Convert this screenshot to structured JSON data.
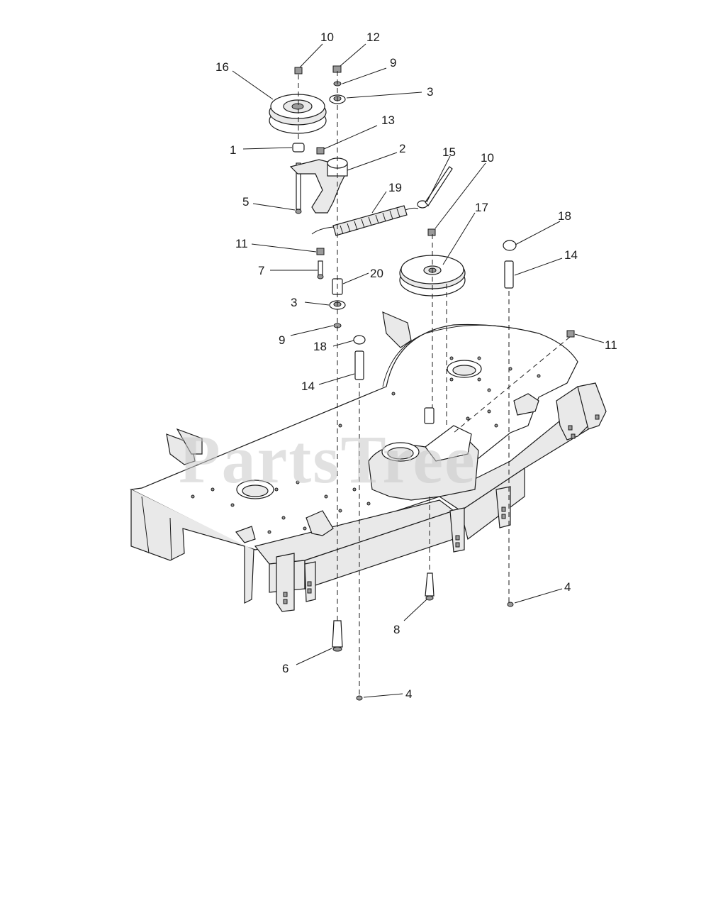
{
  "watermark": "PartsTree",
  "callouts": [
    {
      "id": "c10a",
      "label": "10"
    },
    {
      "id": "c12",
      "label": "12"
    },
    {
      "id": "c9a",
      "label": "9"
    },
    {
      "id": "c16",
      "label": "16"
    },
    {
      "id": "c3a",
      "label": "3"
    },
    {
      "id": "c13",
      "label": "13"
    },
    {
      "id": "c2",
      "label": "2"
    },
    {
      "id": "c1",
      "label": "1"
    },
    {
      "id": "c15",
      "label": "15"
    },
    {
      "id": "c10b",
      "label": "10"
    },
    {
      "id": "c19",
      "label": "19"
    },
    {
      "id": "c17",
      "label": "17"
    },
    {
      "id": "c5",
      "label": "5"
    },
    {
      "id": "c18a",
      "label": "18"
    },
    {
      "id": "c14a",
      "label": "14"
    },
    {
      "id": "c11a",
      "label": "11"
    },
    {
      "id": "c7",
      "label": "7"
    },
    {
      "id": "c20",
      "label": "20"
    },
    {
      "id": "c3b",
      "label": "3"
    },
    {
      "id": "c9b",
      "label": "9"
    },
    {
      "id": "c18b",
      "label": "18"
    },
    {
      "id": "c11b",
      "label": "11"
    },
    {
      "id": "c14b",
      "label": "14"
    },
    {
      "id": "c4a",
      "label": "4"
    },
    {
      "id": "c8",
      "label": "8"
    },
    {
      "id": "c6",
      "label": "6"
    },
    {
      "id": "c4b",
      "label": "4"
    }
  ]
}
